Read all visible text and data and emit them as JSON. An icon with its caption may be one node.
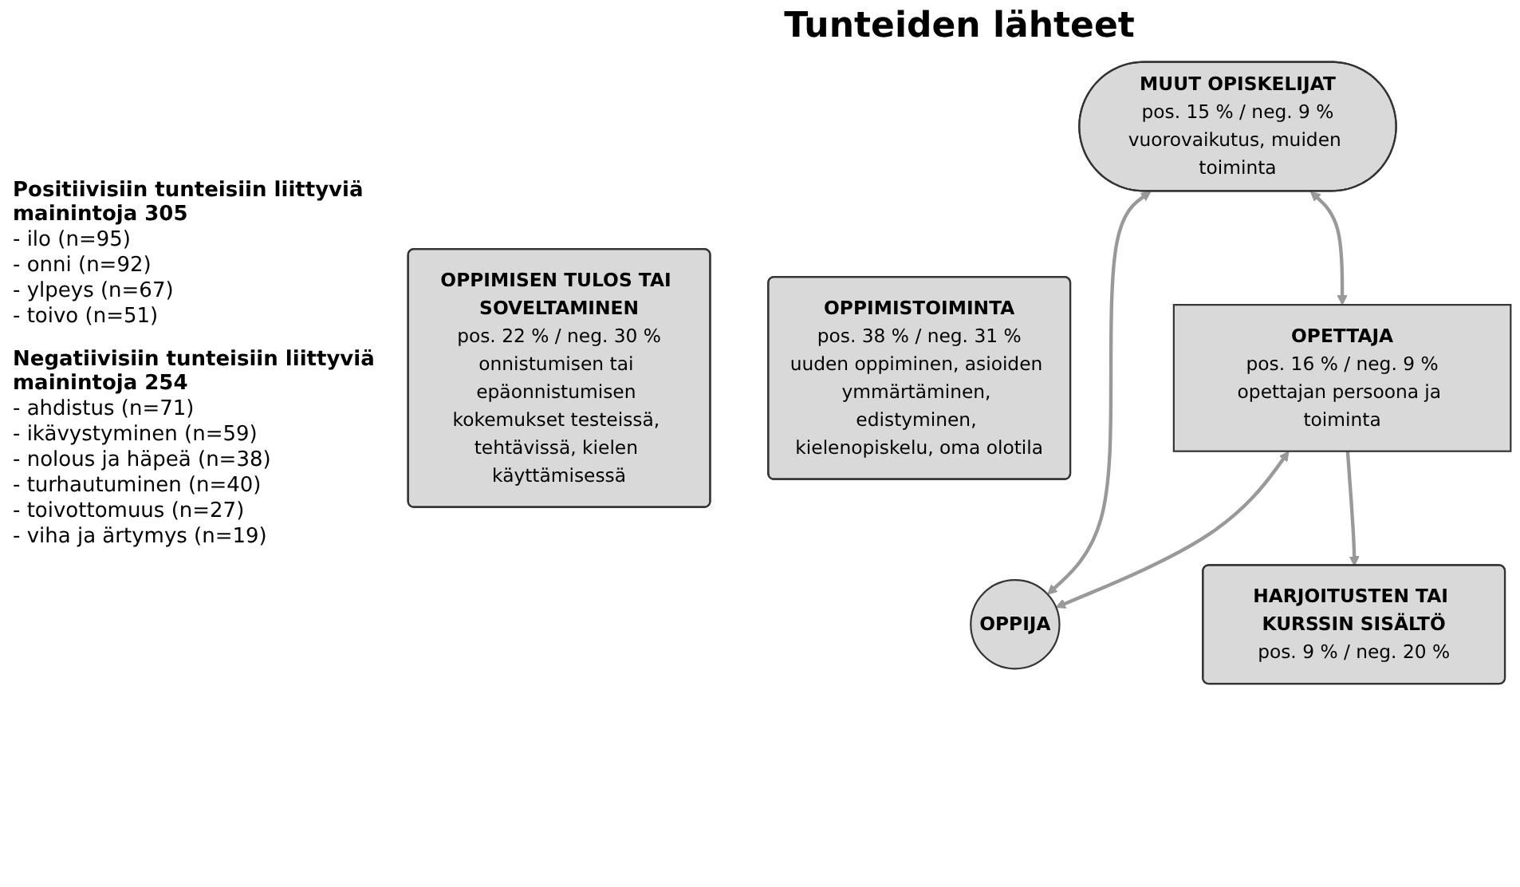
{
  "diagram": {
    "title": "Tunteiden lähteet",
    "nodes": [
      {
        "text": [
          "OPPIMISEN TULOS TAI SOVELTAMINEN",
          "pos. 22 % / neg. 30 %",
          "onnistumisen tai epäonnistumisen kokemukset testeissä, tehtävissä, kielen käyttämisessä"
        ]
      },
      {
        "text": [
          "OPPIMISTOIMINTA",
          "pos. 38 % / neg. 31 %",
          "uuden oppiminen, asioiden ymmärtäminen, edistyminen, kielenopiskelu, oma olotila"
        ]
      },
      {
        "text": [
          "OPPIJA"
        ]
      },
      {
        "text": [
          "HARJOITUSTEN TAI KURSSIN SISÄLTÖ",
          "pos. 9 % / neg. 20 %"
        ]
      },
      {
        "text": [
          "MUUT OPISKELIJAT",
          "pos. 15 % / neg. 9 %",
          "vuorovaikutus, muiden toiminta"
        ]
      },
      {
        "text": [
          "OPETTAJA",
          "pos. 16 % / neg. 9 %",
          "opettajan persoona ja toiminta"
        ]
      }
    ],
    "edges": [
      {
        "from": 4,
        "to": 2,
        "arrow": "both"
      },
      {
        "from": 5,
        "to": 2,
        "arrow": "both"
      },
      {
        "from": 4,
        "to": 5,
        "arrow": "both"
      },
      {
        "from": 5,
        "to": 3,
        "arrow": "to"
      }
    ],
    "labels": [
      "Positiivisiin tunteisiin liittyviä mainintoja 305",
      "- ilo (n=95)",
      "- onni (n=92)",
      "- ylpeys (n=67)",
      "- toivo (n=51)",
      "Negatiivisiin tunteisiin liittyviä mainintoja 254",
      "- ahdistus (n=71)",
      "- ikävystyminen (n=59)",
      "- nolous ja häpeä (n=38)",
      "- turhautuminen (n=40)",
      "- toivottomuus (n=27)",
      "- viha ja ärtymys (n=19)"
    ]
  }
}
